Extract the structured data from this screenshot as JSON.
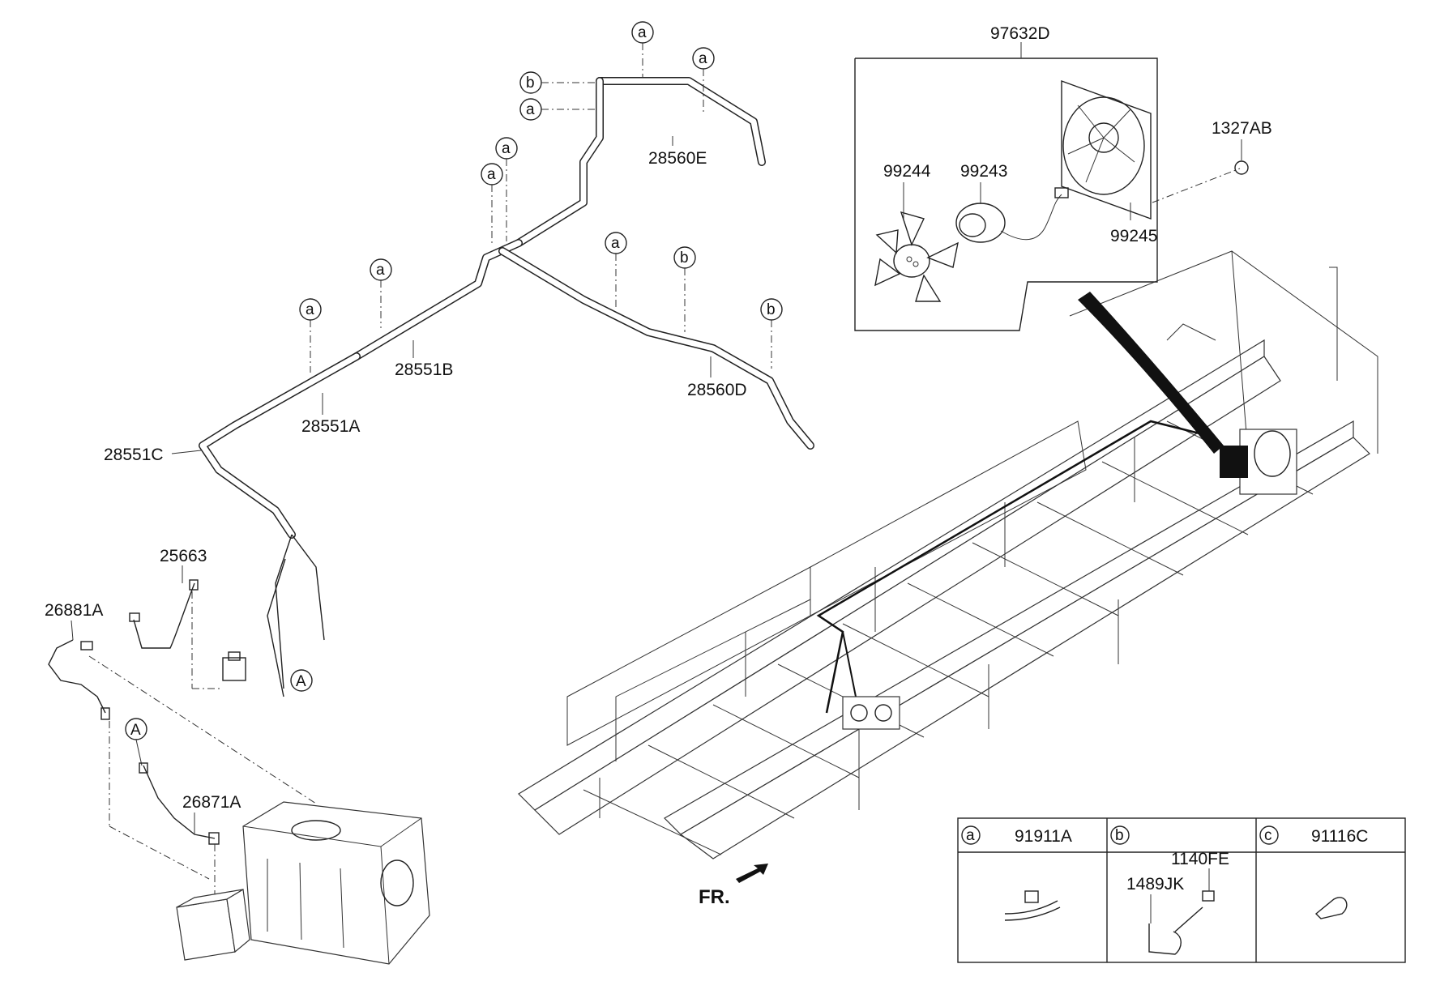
{
  "callouts": {
    "c_97632D": "97632D",
    "c_1327AB": "1327AB",
    "c_99244": "99244",
    "c_99243": "99243",
    "c_99245": "99245",
    "c_28560E": "28560E",
    "c_28551B": "28551B",
    "c_28551A": "28551A",
    "c_28560D": "28560D",
    "c_28551C": "28551C",
    "c_25663": "25663",
    "c_26881A": "26881A",
    "c_26871A": "26871A",
    "c_1140FE": "1140FE",
    "c_1489JK": "1489JK"
  },
  "refs": {
    "a": "a",
    "b": "b",
    "c": "c",
    "A": "A"
  },
  "legend": {
    "a_part": "91911A",
    "b_part": "",
    "c_part": "91116C"
  },
  "direction": "FR."
}
